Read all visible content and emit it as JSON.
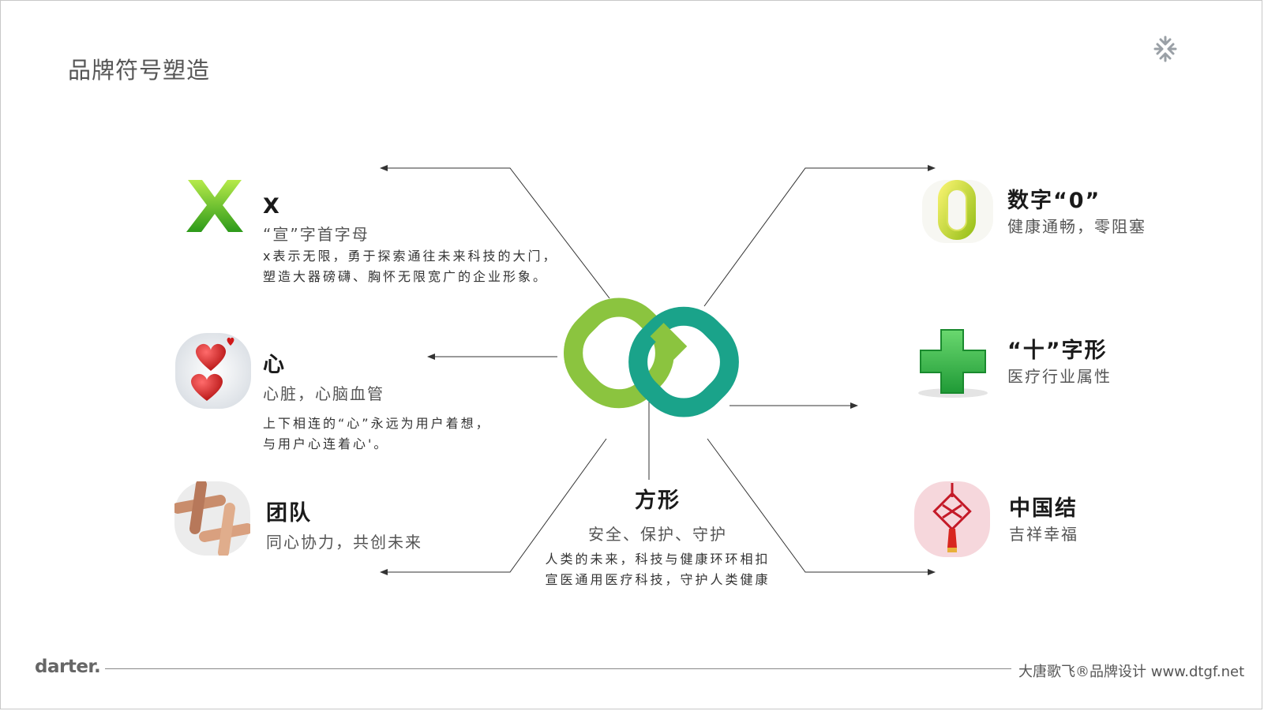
{
  "page": {
    "title": "品牌符号塑造"
  },
  "left_items": [
    {
      "id": "x",
      "heading": "X",
      "subtitle": "“宣”字首字母",
      "desc": [
        "x表示无限，勇于探索通往未来科技的大门，",
        "塑造大器磅礴、胸怀无限宽广的企业形象。"
      ],
      "icon": "green-x-icon"
    },
    {
      "id": "heart",
      "heading": "心",
      "subtitle": "心脏，心脑血管",
      "desc": [
        "上下相连的“心”永远为用户着想，",
        "与用户心连着心'。"
      ],
      "icon": "hearts-icon"
    },
    {
      "id": "team",
      "heading": "团队",
      "subtitle": "同心协力，共创未来",
      "desc": [],
      "icon": "linked-hands-icon"
    }
  ],
  "center_item": {
    "heading": "方形",
    "subtitle": "安全、保护、守护",
    "desc": [
      "人类的未来，科技与健康环环相扣",
      "宣医通用医疗科技，守护人类健康"
    ]
  },
  "right_items": [
    {
      "id": "zero",
      "heading": "数字“0”",
      "subtitle": "健康通畅，零阻塞",
      "icon": "yellow-zero-icon"
    },
    {
      "id": "cross",
      "heading": "“十”字形",
      "subtitle": "医疗行业属性",
      "icon": "green-cross-icon"
    },
    {
      "id": "knot",
      "heading": "中国结",
      "subtitle": "吉祥幸福",
      "icon": "chinese-knot-icon"
    }
  ],
  "colors": {
    "logo_light_green": "#8bc43f",
    "logo_teal": "#1aa38a",
    "cross_green": "#3cbf55",
    "zero_yellow": "#c9d82a"
  },
  "footer": {
    "logo_text": "darter.",
    "right_text": "大唐歌飞®品牌设计 www.dtgf.net"
  }
}
